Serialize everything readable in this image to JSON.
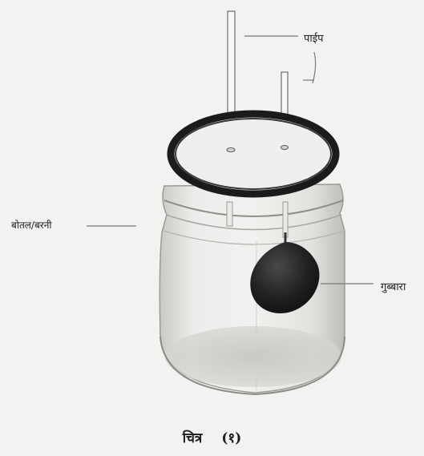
{
  "labels": {
    "pipe": "पाईप",
    "bottle": "बोतल/बरनी",
    "balloon": "गुब्बारा"
  },
  "caption": {
    "text": "चित्र",
    "number": "(१)"
  },
  "colors": {
    "background": "#f2f2f0",
    "rim": "#1b1b1b",
    "balloon": "#202020",
    "glass": "#d8d8d5",
    "ink": "#1e1e1e"
  },
  "icons": [
    "glass-jar",
    "pipe",
    "balloon",
    "rubber-rim"
  ]
}
